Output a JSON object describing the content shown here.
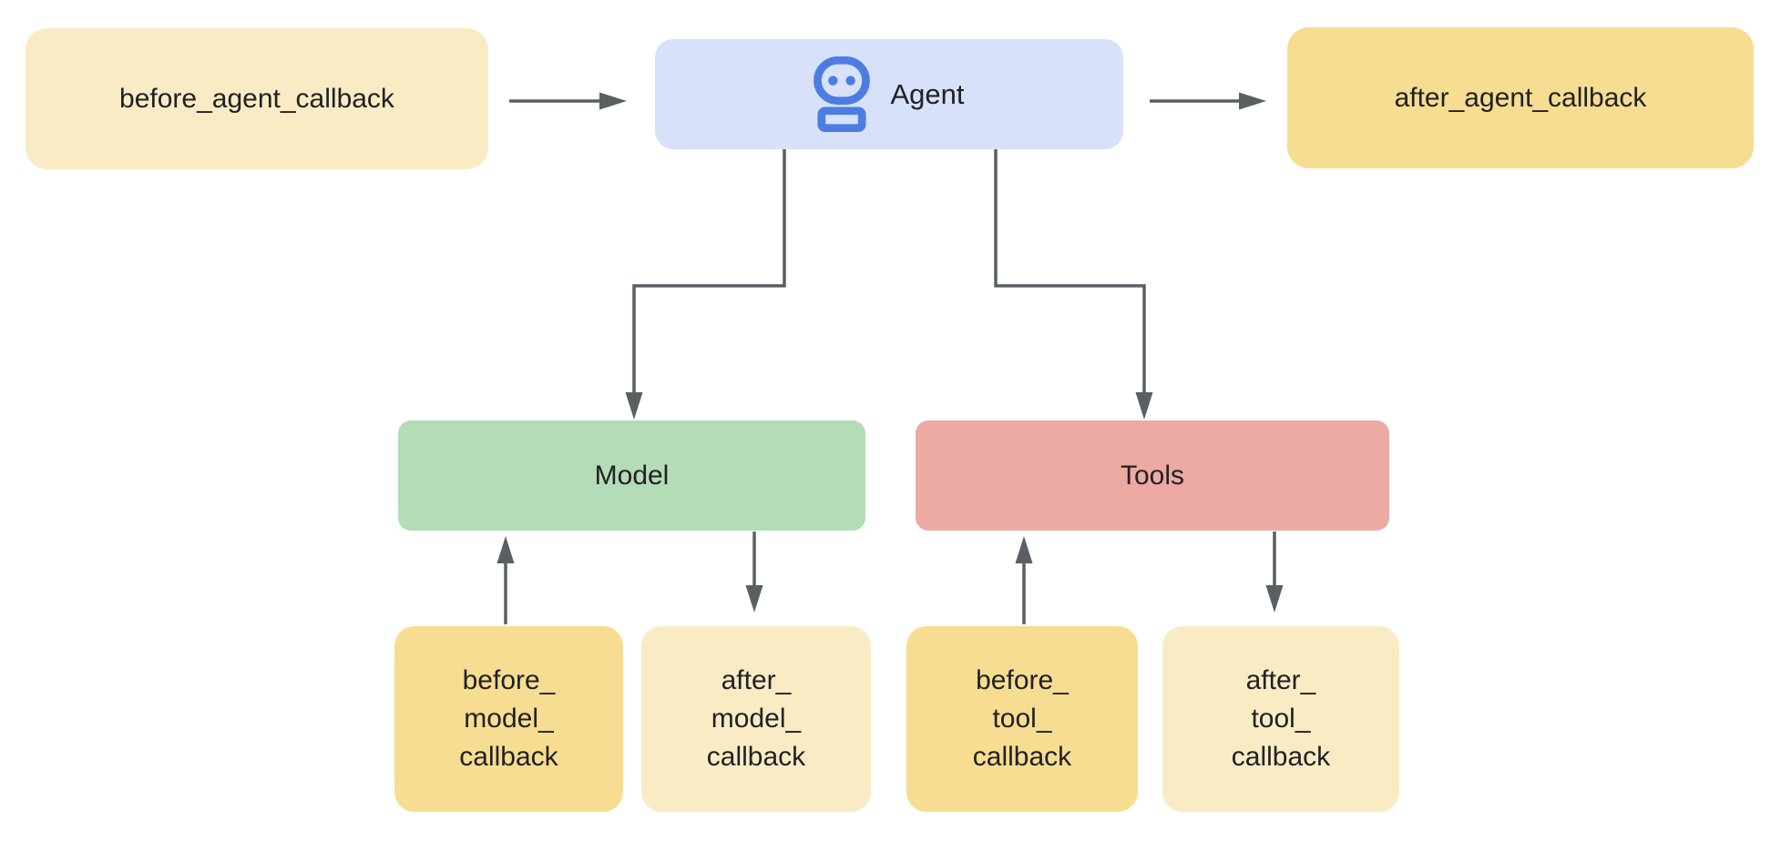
{
  "diagram": {
    "type": "flow-diagram",
    "description": "Agent callback flow: agent with model and tool callbacks"
  },
  "colors": {
    "canvas-bg": "#ffffff",
    "agent-fill": "#d7e1f9",
    "agent-icon": "#4d7de3",
    "cream-fill": "#f9ecc5",
    "yellow-fill": "#f6dd91",
    "green-fill": "#b4dcb6",
    "pink-fill": "#ecaaa3",
    "arrow": "#5a5f63",
    "text": "#202124"
  },
  "nodes": {
    "before_agent_callback": {
      "label": "before_agent_callback",
      "fill": "#f9ecc5"
    },
    "agent": {
      "label": "Agent",
      "icon": "robot-icon",
      "fill": "#d7e1f9"
    },
    "after_agent_callback": {
      "label": "after_agent_callback",
      "fill": "#f6dd91"
    },
    "model": {
      "label": "Model",
      "fill": "#b4dcb6"
    },
    "tools": {
      "label": "Tools",
      "fill": "#ecaaa3"
    },
    "before_model_callback": {
      "line1": "before_",
      "line2": "model_",
      "line3": "callback",
      "fill": "#f6dd91"
    },
    "after_model_callback": {
      "line1": "after_",
      "line2": "model_",
      "line3": "callback",
      "fill": "#f9ecc5"
    },
    "before_tool_callback": {
      "line1": "before_",
      "line2": "tool_",
      "line3": "callback",
      "fill": "#f6dd91"
    },
    "after_tool_callback": {
      "line1": "after_",
      "line2": "tool_",
      "line3": "callback",
      "fill": "#f9ecc5"
    }
  },
  "edges": [
    {
      "from": "before_agent_callback",
      "to": "agent"
    },
    {
      "from": "agent",
      "to": "after_agent_callback"
    },
    {
      "from": "agent",
      "to": "model"
    },
    {
      "from": "agent",
      "to": "tools"
    },
    {
      "from": "before_model_callback",
      "to": "model"
    },
    {
      "from": "model",
      "to": "after_model_callback"
    },
    {
      "from": "before_tool_callback",
      "to": "tools"
    },
    {
      "from": "tools",
      "to": "after_tool_callback"
    }
  ]
}
